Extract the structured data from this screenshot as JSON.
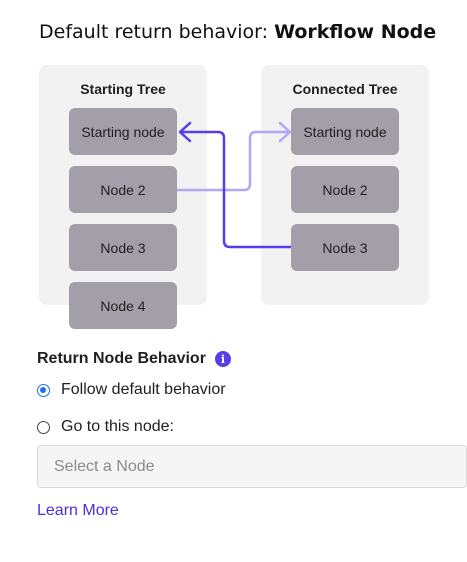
{
  "heading": {
    "prefix": "Default return behavior:",
    "value": "Workflow Node"
  },
  "diagram": {
    "starting_tree": {
      "title": "Starting Tree",
      "nodes": [
        "Starting node",
        "Node 2",
        "Node 3",
        "Node 4"
      ]
    },
    "connected_tree": {
      "title": "Connected Tree",
      "nodes": [
        "Starting node",
        "Node 2",
        "Node 3"
      ]
    },
    "colors": {
      "node_fill": "#a29fa8",
      "panel_bg": "#f2f2f2",
      "return_arrow": "#5b3de8",
      "forward_arrow": "#b4a6f5"
    }
  },
  "form": {
    "section_title": "Return Node Behavior",
    "info_icon": "info-icon",
    "options": [
      {
        "label": "Follow default behavior",
        "checked": true
      },
      {
        "label": "Go to this node:",
        "checked": false
      }
    ],
    "node_select": {
      "placeholder": "Select a Node",
      "value": ""
    },
    "learn_more": "Learn More"
  },
  "colors": {
    "accent": "#5a3de6",
    "radio_checked": "#1a73e8",
    "link": "#4a2fe0"
  }
}
